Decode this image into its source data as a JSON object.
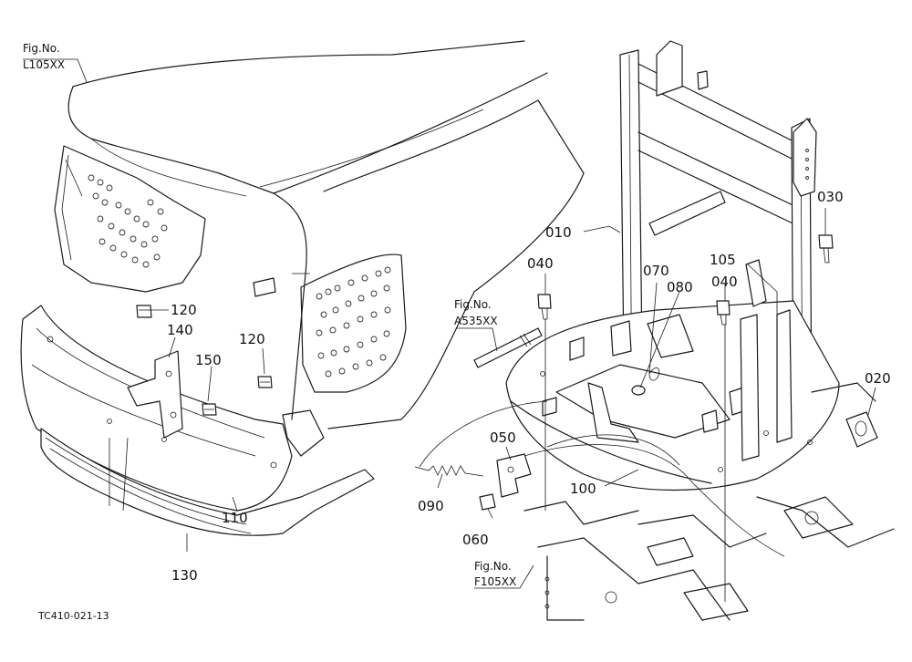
{
  "parts": {
    "p010": "010",
    "p020": "020",
    "p030": "030",
    "p040a": "040",
    "p040b": "040",
    "p050": "050",
    "p060": "060",
    "p070": "070",
    "p080": "080",
    "p090": "090",
    "p100": "100",
    "p105": "105",
    "p110": "110",
    "p120a": "120",
    "p120b": "120",
    "p130": "130",
    "p140": "140",
    "p150": "150"
  },
  "refs": {
    "l105": {
      "title": "Fig.No.",
      "code": "L105XX"
    },
    "a535": {
      "title": "Fig.No.",
      "code": "A535XX"
    },
    "f105": {
      "title": "Fig.No.",
      "code": "F105XX"
    }
  },
  "drawing_code": "TC410-021-13"
}
